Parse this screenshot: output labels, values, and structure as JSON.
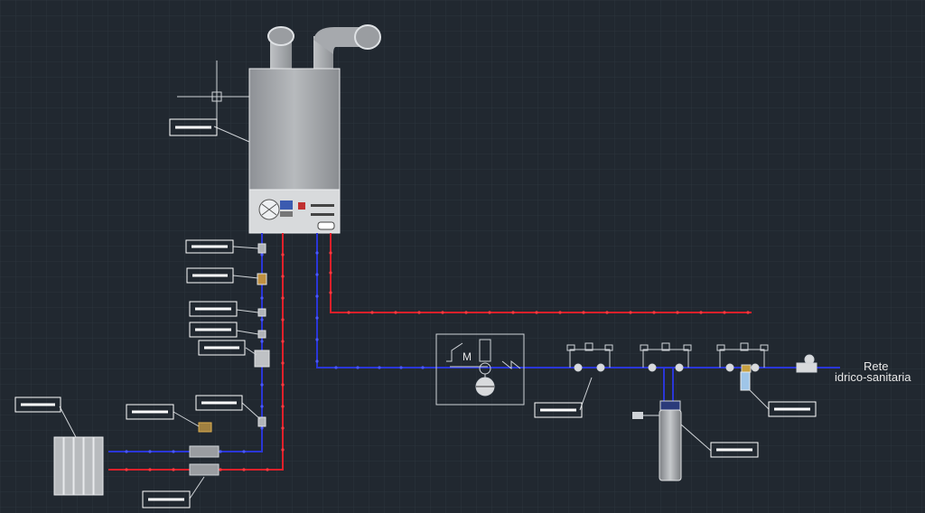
{
  "network": {
    "line1": "Rete",
    "line2": "idrico-sanitaria"
  },
  "motor_label": "M",
  "colors": {
    "background": "#212830",
    "grid": "#2b333c",
    "supply_pipe": "#e0202a",
    "return_pipe": "#2a36d8",
    "callout_box": "#ffffff",
    "outline": "#cfd3d8"
  }
}
